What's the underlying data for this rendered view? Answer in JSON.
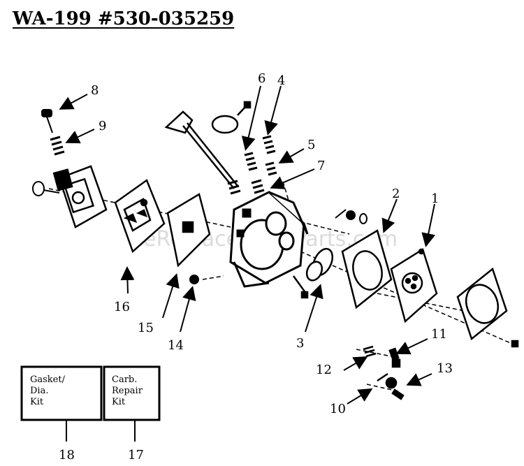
{
  "title": "WA-199 #530-035259",
  "watermark": "eReplacementParts.com",
  "callouts": [
    "1",
    "2",
    "3",
    "4",
    "5",
    "6",
    "7",
    "8",
    "9",
    "10",
    "11",
    "12",
    "13",
    "14",
    "15",
    "16",
    "17",
    "18"
  ],
  "kits": {
    "gasket": {
      "line1": "Gasket/",
      "line2": "Dia.",
      "line3": "Kit",
      "number": "18"
    },
    "repair": {
      "line1": "Carb.",
      "line2": "Repair",
      "line3": "Kit",
      "number": "17"
    }
  }
}
